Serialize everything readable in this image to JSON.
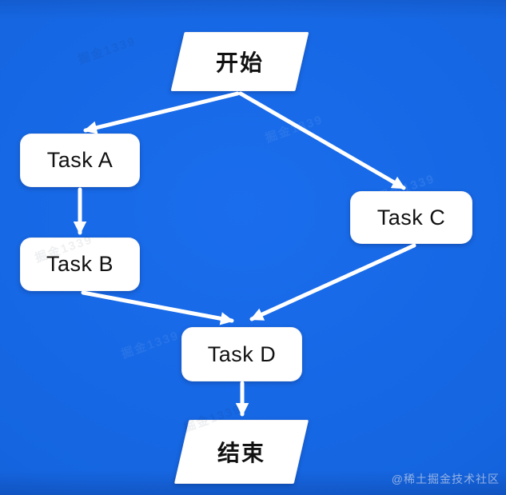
{
  "diagram": {
    "background_color": "#1565e0",
    "node_fill": "#ffffff",
    "arrow_color": "#ffffff",
    "text_color": "#111111",
    "nodes": {
      "start": {
        "label": "开始",
        "shape": "parallelogram"
      },
      "task_a": {
        "label": "Task A",
        "shape": "rounded-rect"
      },
      "task_b": {
        "label": "Task B",
        "shape": "rounded-rect"
      },
      "task_c": {
        "label": "Task C",
        "shape": "rounded-rect"
      },
      "task_d": {
        "label": "Task D",
        "shape": "rounded-rect"
      },
      "end": {
        "label": "结束",
        "shape": "parallelogram"
      }
    },
    "edges": [
      {
        "from": "start",
        "to": "task_a"
      },
      {
        "from": "start",
        "to": "task_c"
      },
      {
        "from": "task_a",
        "to": "task_b"
      },
      {
        "from": "task_b",
        "to": "task_d"
      },
      {
        "from": "task_c",
        "to": "task_d"
      },
      {
        "from": "task_d",
        "to": "end"
      }
    ]
  },
  "watermarks": {
    "corner_text": "@稀土掘金技术社区",
    "tile_text": "掘金1339"
  }
}
